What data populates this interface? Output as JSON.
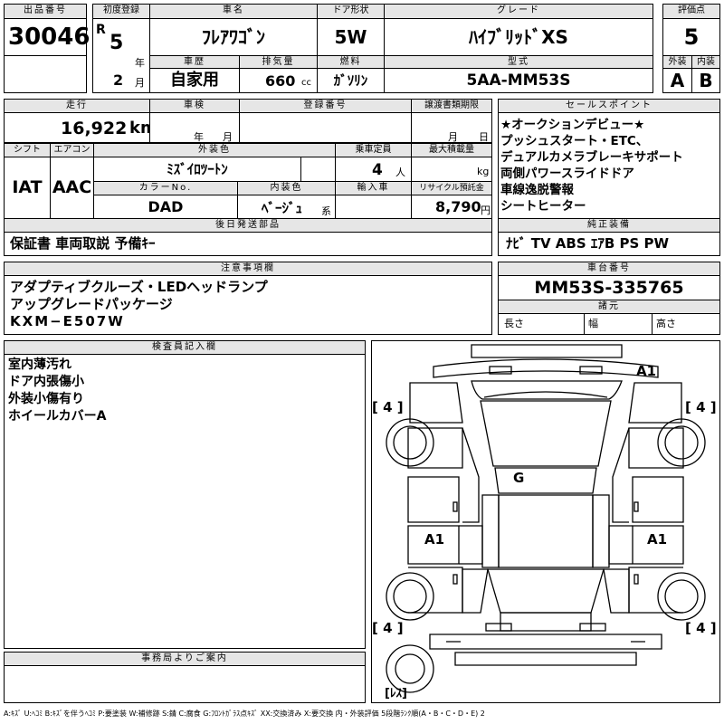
{
  "headers": {
    "lot_no": "出品番号",
    "first_reg": "初度登録",
    "model_name": "車名",
    "door": "ドア形状",
    "grade": "グレード",
    "score": "評価点",
    "history": "車歴",
    "displacement": "排気量",
    "fuel": "燃料",
    "model_code": "型式",
    "exterior": "外装",
    "interior": "内装",
    "mileage": "走行",
    "inspection": "車検",
    "reg_no": "登録番号",
    "transfer": "譲渡書類期限",
    "sales_point": "セールスポイント",
    "shift": "シフト",
    "aircon": "エアコン",
    "ext_color": "外装色",
    "capacity": "乗車定員",
    "max_load": "最大積載量",
    "color_no": "カラーNo.",
    "int_color": "内装色",
    "import": "輸入車",
    "recycle": "リサイクル預託金",
    "later_items": "後日発送部品",
    "equipment": "純正装備",
    "notes": "注意事項欄",
    "chassis": "車台番号",
    "dimensions": "諸元",
    "inspector": "検査員記入欄",
    "office": "事務局よりご案内"
  },
  "values": {
    "lot_no": "30046",
    "era": "R",
    "year": "5",
    "year_unit": "年",
    "month": "2",
    "month_unit": "月",
    "model_name": "ﾌﾚｱﾜｺﾞﾝ",
    "door": "5W",
    "grade": "ﾊｲﾌﾞﾘｯﾄﾞXS",
    "score": "5",
    "history": "自家用",
    "displacement": "660",
    "cc": "cc",
    "fuel": "ｶﾞｿﾘﾝ",
    "model_code": "5AA-MM53S",
    "exterior": "A",
    "interior": "B",
    "mileage": "16,922",
    "km": "km",
    "insp_year": "年",
    "insp_month": "月",
    "transfer_month": "月",
    "transfer_day": "日",
    "shift": "IAT",
    "aircon": "AAC",
    "ext_color": "ﾐｽﾞｲﾛﾂｰﾄﾝ",
    "capacity": "4",
    "capacity_unit": "人",
    "kg": "kg",
    "color_no": "DAD",
    "int_color": "ﾍﾞｰｼﾞｭ",
    "int_suffix": "系",
    "recycle": "8,790",
    "yen": "円",
    "later_items": "保証書 車両取説 予備ｷｰ",
    "equipment": "ﾅﾋﾞ TV ABS ｴｱB PS PW",
    "chassis": "MM53S-335765",
    "length": "長さ",
    "width": "幅",
    "height": "高さ"
  },
  "sales_points": [
    "★オークションデビュー★",
    "プッシュスタート・ETC、",
    "デュアルカメラブレーキサポート",
    "両側パワースライドドア",
    "車線逸脱警報",
    "シートヒーター"
  ],
  "notes": [
    "アダプティブクルーズ・LEDヘッドランプ",
    "アップグレードパッケージ",
    "KXM−E507W"
  ],
  "inspector": [
    "室内薄汚れ",
    "ドア内張傷小",
    "外装小傷有り",
    "ホイールカバーA"
  ],
  "diagram": {
    "front_right": "A1",
    "roof": "G",
    "left_side": "A1",
    "right_side": "A1",
    "tire_fl": "[ 4 ]",
    "tire_fr": "[ 4 ]",
    "tire_rl": "[ 4 ]",
    "tire_rr": "[ 4 ]",
    "spare": "[ﾚｽ]"
  },
  "legend": "A:ｷｽﾞ U:ﾍｺﾐ B:ｷｽﾞを伴うﾍｺﾐ P:要塗装 W:補修跡 S:錆 C:腐食 G:ﾌﾛﾝﾄｶﾞﾗｽ点ｷｽﾞ XX:交換済み X:要交換 内・外装評価 5段階ﾗﾝｸ順(A・B・C・D・E) 2"
}
